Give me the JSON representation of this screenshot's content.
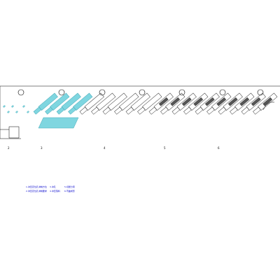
{
  "station_numbers": [
    "2",
    "3",
    "4",
    "5",
    "6"
  ],
  "notes": [
    "1.冲压定位孔冲制方位",
    "2.冲压定位孔冲制要求",
    "3.冲孔",
    "4.冲压落料",
    "5.切断分离",
    "6.弯曲成形"
  ],
  "colors": {
    "strip_outline": "#000000",
    "highlighted_parts": "#7fd6e0",
    "part_outline": "#333333",
    "note_text": "#0000cc"
  },
  "pilot_hole_count": 7,
  "part_count": 20
}
